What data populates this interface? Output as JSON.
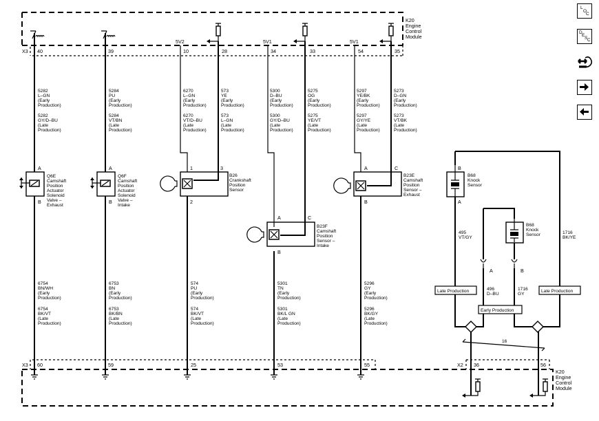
{
  "module": {
    "top_label": [
      "K20",
      "Engine",
      "Control",
      "Module"
    ],
    "bottom_label": [
      "K20",
      "Engine",
      "Control",
      "Module"
    ],
    "connector_top": "X3",
    "connector_bottom_left": "X3",
    "connector_bottom_right": "X2"
  },
  "top_pins": [
    "40",
    "39",
    "10",
    "28",
    "34",
    "33",
    "54",
    "35"
  ],
  "supply_labels": [
    "5V2",
    "5V1",
    "5V1"
  ],
  "bottom_pins": [
    "60",
    "59",
    "25",
    "53",
    "55",
    "36",
    "56"
  ],
  "wires_top": [
    [
      "5282",
      "L–GN",
      "(Early",
      "Production)",
      "5282",
      "GY/D–BU",
      "(Late",
      "Production)"
    ],
    [
      "5284",
      "PU",
      "(Early",
      "Production)",
      "5284",
      "VT/BN",
      "(Late",
      "Production)"
    ],
    [
      "6270",
      "L–GN",
      "(Early",
      "Production)",
      "6270",
      "VT/D–BU",
      "(Late",
      "Production)"
    ],
    [
      "573",
      "YE",
      "(Early",
      "Production)",
      "573",
      "L–GN",
      "(Late",
      "Production)"
    ],
    [
      "5300",
      "D–BU",
      "(Early",
      "Production)",
      "5300",
      "GY/D–BU",
      "(Late",
      "Production)"
    ],
    [
      "5275",
      "OG",
      "(Early",
      "Production)",
      "5275",
      "YE/VT",
      "(Late",
      "Production)"
    ],
    [
      "5297",
      "YE/BK",
      "(Early",
      "Production)",
      "5297",
      "GY/YE",
      "(Late",
      "Production)"
    ],
    [
      "5273",
      "D–GN",
      "(Early",
      "Production)",
      "5273",
      "VT/BK",
      "(Late",
      "Production)"
    ]
  ],
  "wires_bottom": [
    [
      "6754",
      "BN/WH",
      "(Early",
      "Production)",
      "6754",
      "BK/VT",
      "(Late",
      "Production)"
    ],
    [
      "6753",
      "BN",
      "(Early",
      "Production)",
      "6753",
      "BK/BN",
      "(Late",
      "Production)"
    ],
    [
      "574",
      "PU",
      "(Early",
      "Production)",
      "574",
      "BK/VT",
      "(Late",
      "Production)"
    ],
    [
      "5301",
      "TN",
      "(Early",
      "Production)",
      "5301",
      "BK/L GN",
      "(Late",
      "Production)"
    ],
    [
      "5296",
      "GY",
      "(Early",
      "Production)",
      "5296",
      "BK/GY",
      "(Late",
      "Production)"
    ]
  ],
  "components": {
    "q6e": {
      "pins": [
        "A",
        "B"
      ],
      "label": [
        "Q6E",
        "Camshaft",
        "Position",
        "Actuator",
        "Solenoid",
        "Valve –",
        "Exhaust"
      ]
    },
    "q6f": {
      "pins": [
        "A",
        "B"
      ],
      "label": [
        "Q6F",
        "Camshaft",
        "Position",
        "Actuator",
        "Solenoid",
        "Valve –",
        "Intake"
      ]
    },
    "b26": {
      "pins": [
        "1",
        "3",
        "2"
      ],
      "label": [
        "B26",
        "Crankshaft",
        "Position",
        "Sensor"
      ]
    },
    "b23f": {
      "pins": [
        "A",
        "C",
        "B"
      ],
      "label": [
        "B23F",
        "Camshaft",
        "Position",
        "Sensor –",
        "Intake"
      ]
    },
    "b23e": {
      "pins": [
        "A",
        "C",
        "B"
      ],
      "label": [
        "B23E",
        "Camshaft",
        "Position",
        "Sensor –",
        "Exhaust"
      ]
    },
    "b68_late": {
      "pins": [
        "B",
        "A"
      ],
      "label": [
        "B68",
        "Knock",
        "Sensor"
      ]
    },
    "b68_early": {
      "pins": [
        "A",
        "B"
      ],
      "label": [
        "B68",
        "Knock",
        "Sensor"
      ]
    }
  },
  "knock_wires": {
    "late_a": [
      "495",
      "VT/GY"
    ],
    "late_b": [
      "1716",
      "BK/YE"
    ],
    "early_a": [
      "496",
      "D–BU"
    ],
    "early_b": [
      "1716",
      "GY"
    ],
    "twist": "16"
  },
  "production_tags": {
    "late_left": "Late Production",
    "late_right": "Late Production",
    "early": "Early Production"
  },
  "nav": {
    "loc": {
      "l1": "L",
      "l2": "O",
      "l3": "C"
    },
    "desc": {
      "l1": "D",
      "l2": "E",
      "l3": "S",
      "l4": "C"
    }
  }
}
